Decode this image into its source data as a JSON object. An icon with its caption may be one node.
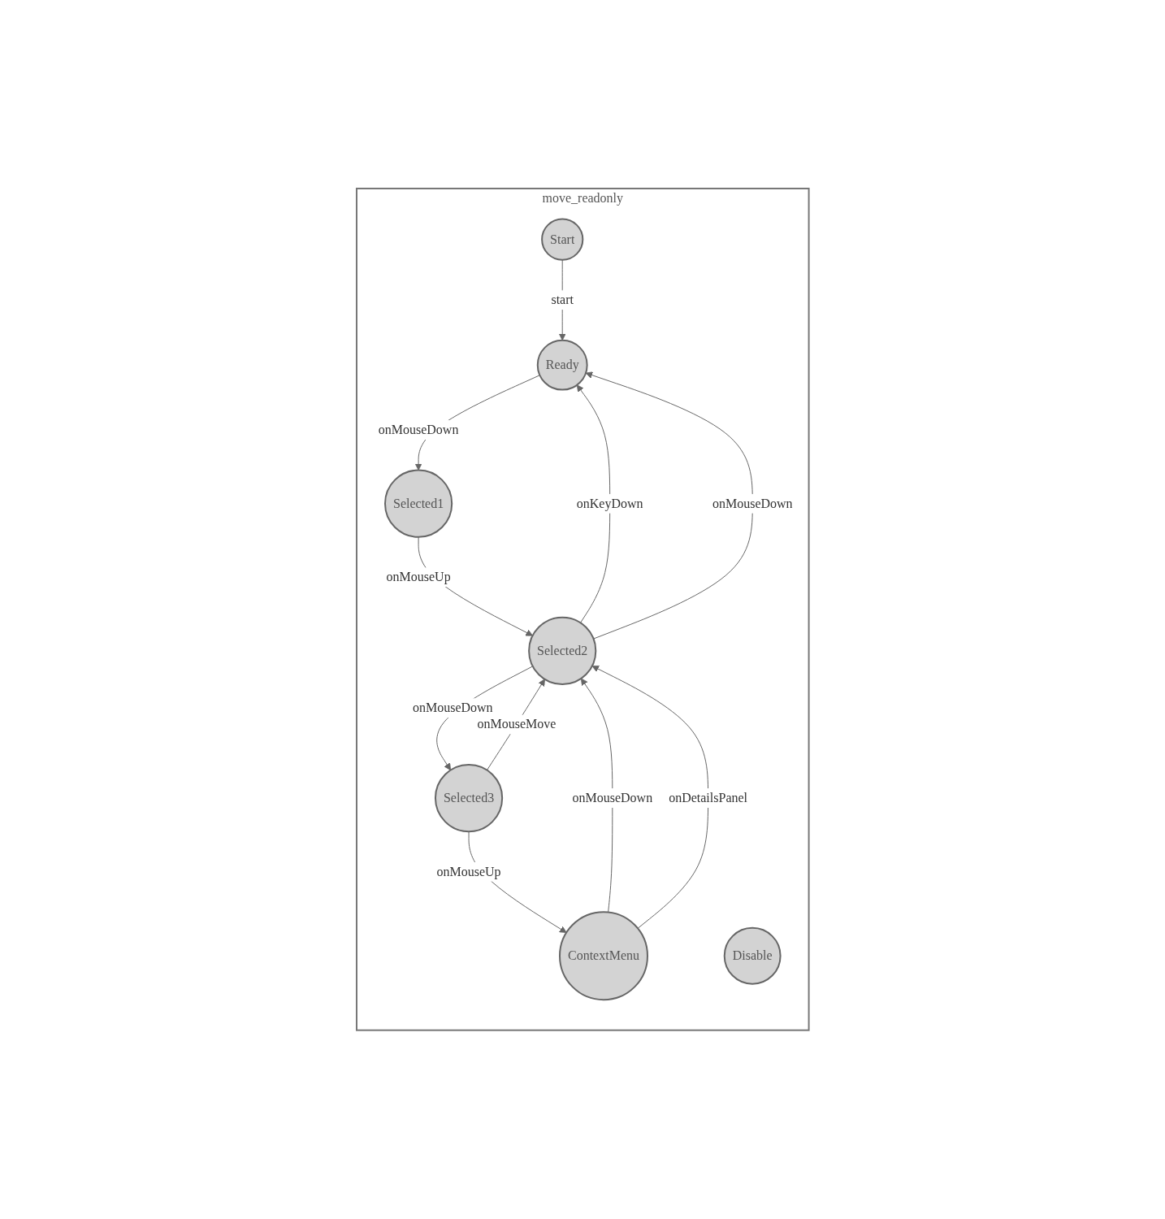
{
  "diagram": {
    "nodes": [
      {
        "text": [
          "move_readonly"
        ]
      },
      {
        "text": [
          "Start"
        ],
        "in": 0
      },
      {
        "text": [
          "Disable"
        ],
        "in": 0
      },
      {
        "text": [
          "Ready"
        ],
        "in": 0
      },
      {
        "text": [
          "Selected1"
        ],
        "in": 0
      },
      {
        "text": [
          "Selected2"
        ],
        "in": 0
      },
      {
        "text": [
          "Selected3"
        ],
        "in": 0
      },
      {
        "text": [
          "ContextMenu"
        ],
        "in": 0
      }
    ],
    "edges": [
      {
        "from": 1,
        "to": 3,
        "arrow": "to",
        "label": "start"
      },
      {
        "from": 3,
        "to": 4,
        "arrow": "to",
        "label": "onMouseDown"
      },
      {
        "from": 4,
        "to": 5,
        "arrow": "to",
        "label": "onMouseUp"
      },
      {
        "from": 5,
        "to": 3,
        "arrow": "to",
        "label": "onKeyDown"
      },
      {
        "from": 5,
        "to": 3,
        "arrow": "to",
        "label": "onMouseDown"
      },
      {
        "from": 5,
        "to": 6,
        "arrow": "to",
        "label": "onMouseDown"
      },
      {
        "from": 6,
        "to": 5,
        "arrow": "to",
        "label": "onMouseMove"
      },
      {
        "from": 6,
        "to": 7,
        "arrow": "to",
        "label": "onMouseUp"
      },
      {
        "from": 7,
        "to": 5,
        "arrow": "to",
        "label": "onMouseDown"
      },
      {
        "from": 7,
        "to": 5,
        "arrow": "to",
        "label": "onDetailsPanel"
      }
    ]
  }
}
